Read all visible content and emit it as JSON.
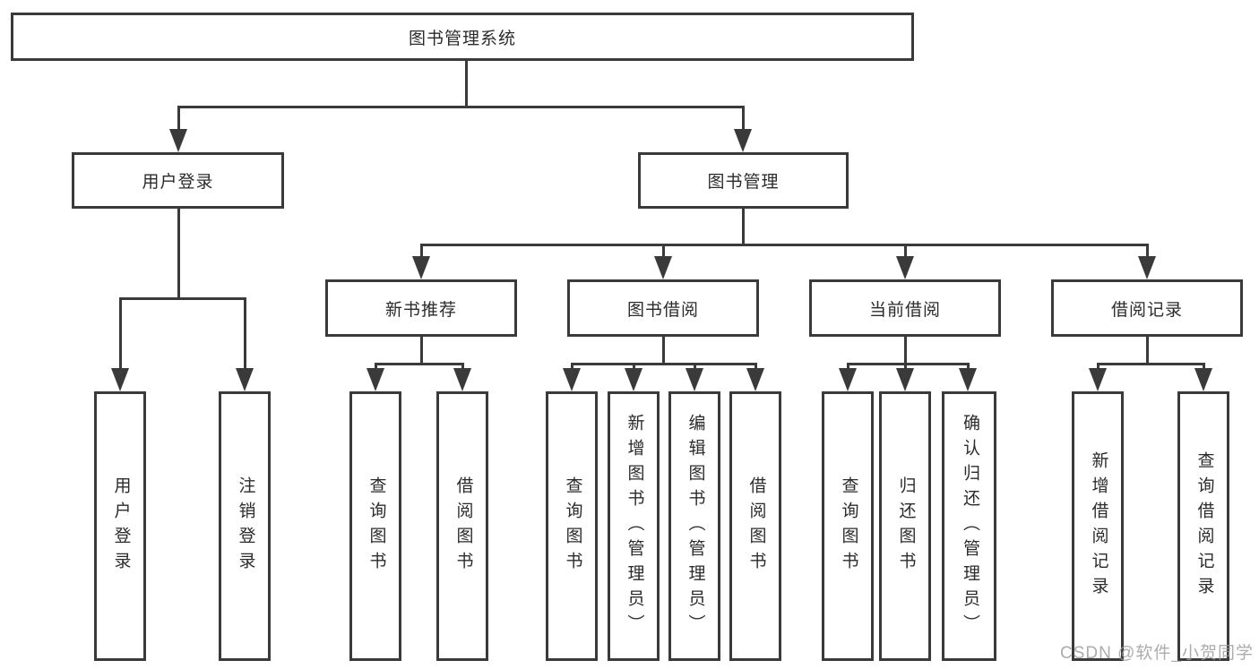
{
  "diagram_title": "图书管理系统",
  "nodes": {
    "root": {
      "label": "图书管理系统"
    },
    "user_login": {
      "label": "用户登录"
    },
    "book_mgmt": {
      "label": "图书管理"
    },
    "new_book_rec": {
      "label": "新书推荐"
    },
    "book_borrow": {
      "label": "图书借阅"
    },
    "current_borrow": {
      "label": "当前借阅"
    },
    "borrow_records": {
      "label": "借阅记录"
    },
    "leaf_user_login": {
      "label": "用户登录"
    },
    "leaf_logout": {
      "label": "注销登录"
    },
    "rec_query_book": {
      "label": "查询图书"
    },
    "rec_borrow_book": {
      "label": "借阅图书"
    },
    "bb_query_book": {
      "label": "查询图书"
    },
    "bb_add_book": {
      "label": "新增图书（管理员）"
    },
    "bb_edit_book": {
      "label": "编辑图书（管理员）"
    },
    "bb_borrow_book": {
      "label": "借阅图书"
    },
    "cb_query_book": {
      "label": "查询图书"
    },
    "cb_return_book": {
      "label": "归还图书"
    },
    "cb_confirm_return": {
      "label": "确认归还（管理员）"
    },
    "br_add_record": {
      "label": "新增借阅记录"
    },
    "br_query_record": {
      "label": "查询借阅记录"
    }
  },
  "structure": {
    "图书管理系统": {
      "用户登录": [
        "用户登录",
        "注销登录"
      ],
      "图书管理": {
        "新书推荐": [
          "查询图书",
          "借阅图书"
        ],
        "图书借阅": [
          "查询图书",
          "新增图书（管理员）",
          "编辑图书（管理员）",
          "借阅图书"
        ],
        "当前借阅": [
          "查询图书",
          "归还图书",
          "确认归还（管理员）"
        ],
        "借阅记录": [
          "新增借阅记录",
          "查询借阅记录"
        ]
      }
    }
  },
  "watermark": {
    "text": "CSDN @软件_小贺同学"
  },
  "colors": {
    "line": "#3a3a3a",
    "text": "#2b2b2b",
    "background": "#ffffff",
    "watermark": "#9e9e9e"
  }
}
